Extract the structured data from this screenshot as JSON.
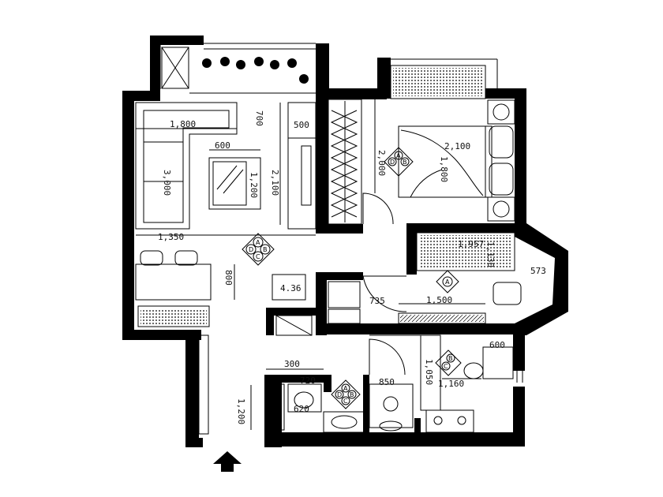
{
  "plan": {
    "background": "#ffffff",
    "wall_color": "#000000",
    "dimensions": {
      "sofa_width": "1,800",
      "sofa_length": "3,000",
      "tv_wall_depth": "700",
      "cabinet_width": "500",
      "table_width": "600",
      "table_depth": "1,200",
      "living_depth": "2,100",
      "dining_width": "1,350",
      "dining_depth": "800",
      "bed_width": "2,100",
      "bed_length": "1,800",
      "wardrobe_depth": "2,000",
      "desk_zone_width": "1,957",
      "desk_zone_depth": "1,130",
      "bay_width": "573",
      "study_door": "735",
      "study_width": "1,500",
      "entry_depth": "300",
      "bath_height": "1,200",
      "basin_width": "720",
      "wc_depth": "620",
      "shower_width": "850",
      "kitchen_depth": "1,050",
      "kitchen_width": "1,160",
      "kitchen_counter": "600",
      "misc_label": "4.36"
    },
    "marker_letters": {
      "a": "A",
      "b": "B",
      "c": "C",
      "d": "D"
    }
  }
}
